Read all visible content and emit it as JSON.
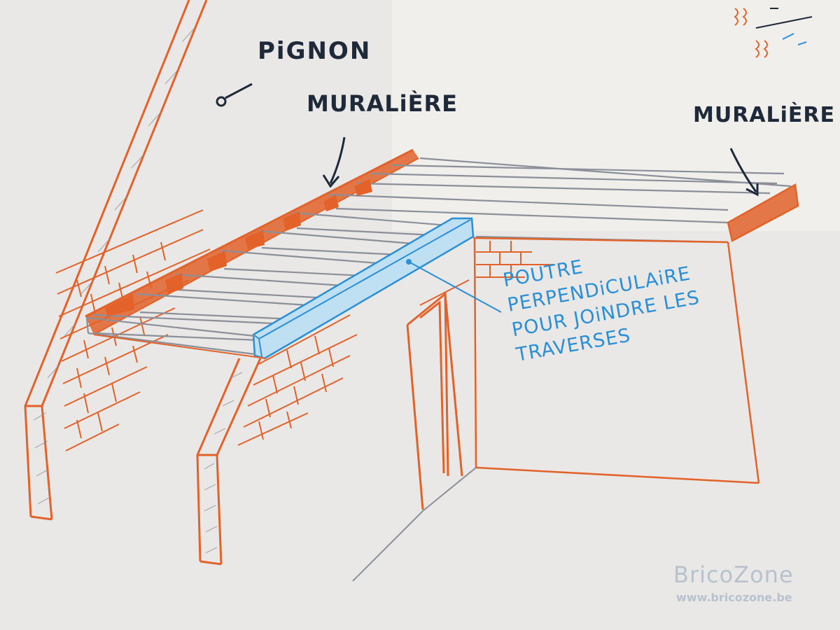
{
  "labels": {
    "pignon": "PiGNON",
    "muraliere_left": "MURALiÈRE",
    "muraliere_right": "MURALiÈRE",
    "poutre_lines": [
      "POUTRE PERPENDiCULAiRE",
      "POUR JOiNDRE LES",
      "TRAVERSES"
    ]
  },
  "watermark": {
    "brand": "BricoZone",
    "url": "www.bricozone.be"
  },
  "colors": {
    "paper": "#e9e8e6",
    "brick_orange": "#e2622a",
    "pencil_gray": "#8a8f99",
    "beam_blue": "#2a8fd6",
    "beam_fill": "#bfe0f3",
    "ink": "#1e2a3a",
    "watermark": "#b8c2cf"
  },
  "icons": [
    "arrow-pignon-icon",
    "arrow-muraliere-left-icon",
    "arrow-muraliere-right-icon",
    "leader-line-poutre-icon"
  ]
}
